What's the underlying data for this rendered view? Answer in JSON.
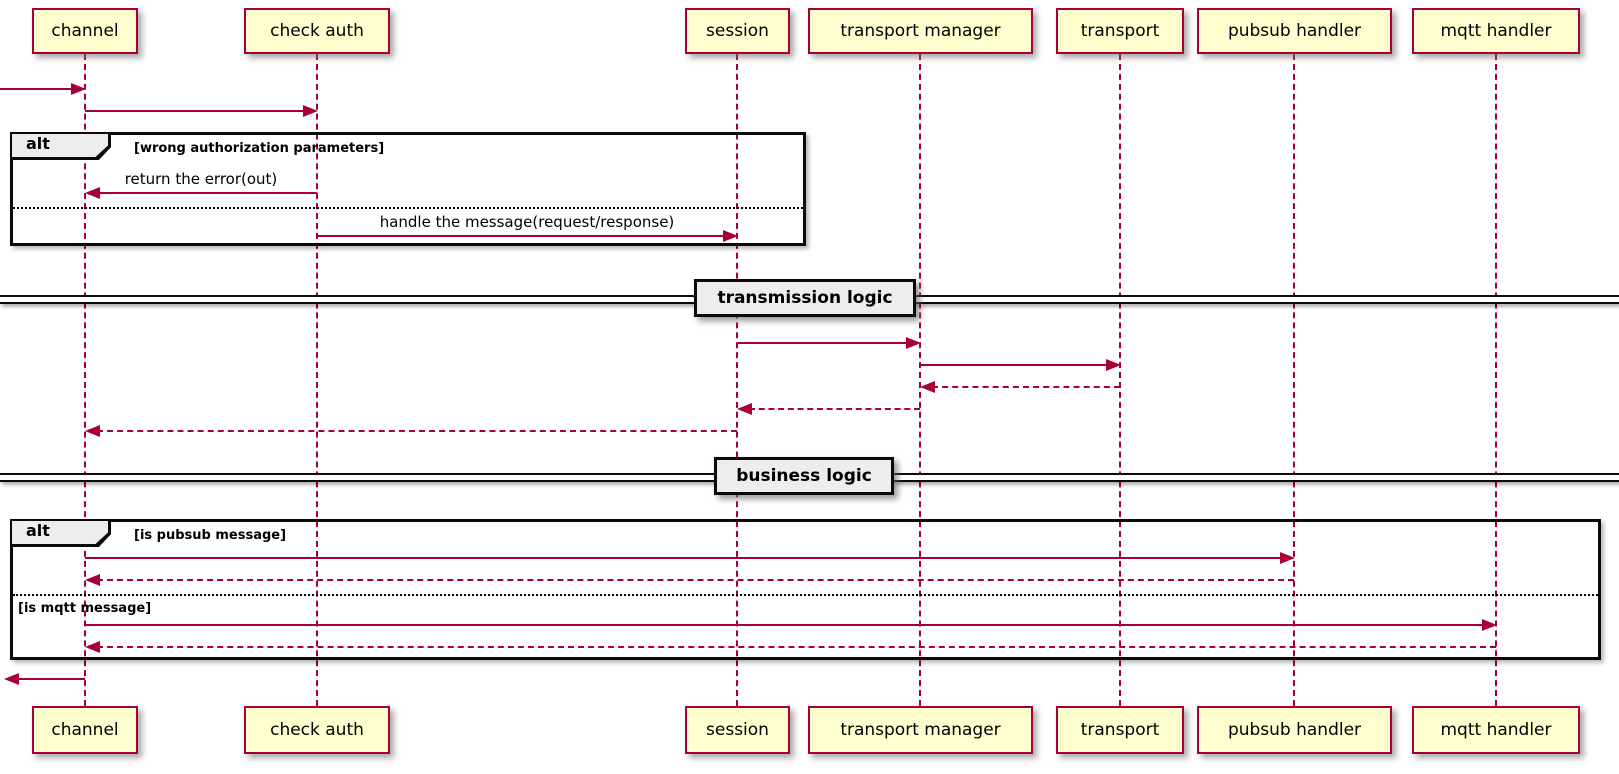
{
  "diagram": {
    "type": "sequence-diagram",
    "participants": [
      {
        "id": "channel",
        "label": "channel"
      },
      {
        "id": "check auth",
        "label": "check auth"
      },
      {
        "id": "session",
        "label": "session"
      },
      {
        "id": "transport manager",
        "label": "transport manager"
      },
      {
        "id": "transport",
        "label": "transport"
      },
      {
        "id": "pubsub handler",
        "label": "pubsub handler"
      },
      {
        "id": "mqtt handler",
        "label": "mqtt handler"
      }
    ],
    "frames": [
      {
        "operator": "alt",
        "conditions": [
          "[wrong authorization parameters]"
        ]
      },
      {
        "operator": "alt",
        "conditions": [
          "[is pubsub message]",
          "[is mqtt message]"
        ]
      }
    ],
    "dividers": [
      {
        "label": "transmission logic"
      },
      {
        "label": "business logic"
      }
    ],
    "messages": [
      {
        "from": "external",
        "to": "channel",
        "line": "solid",
        "label": ""
      },
      {
        "from": "channel",
        "to": "check auth",
        "line": "solid",
        "label": ""
      },
      {
        "from": "check auth",
        "to": "channel",
        "line": "solid",
        "label": "return the error(out)"
      },
      {
        "from": "check auth",
        "to": "session",
        "line": "solid",
        "label": "handle the message(request/response)"
      },
      {
        "from": "session",
        "to": "transport manager",
        "line": "solid",
        "label": ""
      },
      {
        "from": "transport manager",
        "to": "transport",
        "line": "solid",
        "label": ""
      },
      {
        "from": "transport",
        "to": "transport manager",
        "line": "dashed",
        "label": ""
      },
      {
        "from": "transport manager",
        "to": "session",
        "line": "dashed",
        "label": ""
      },
      {
        "from": "session",
        "to": "channel",
        "line": "dashed",
        "label": ""
      },
      {
        "from": "channel",
        "to": "pubsub handler",
        "line": "solid",
        "label": ""
      },
      {
        "from": "pubsub handler",
        "to": "channel",
        "line": "dashed",
        "label": ""
      },
      {
        "from": "channel",
        "to": "mqtt handler",
        "line": "solid",
        "label": ""
      },
      {
        "from": "mqtt handler",
        "to": "channel",
        "line": "dashed",
        "label": ""
      },
      {
        "from": "channel",
        "to": "external",
        "line": "solid",
        "label": ""
      }
    ]
  },
  "colors": {
    "arrow": "#A80036",
    "participant_fill": "#FEFECE",
    "participant_border": "#A80036",
    "frame_border": "#0A0A0A",
    "label_background": "#EDEDED",
    "background": "#FFFFFF",
    "text": "#000000"
  }
}
